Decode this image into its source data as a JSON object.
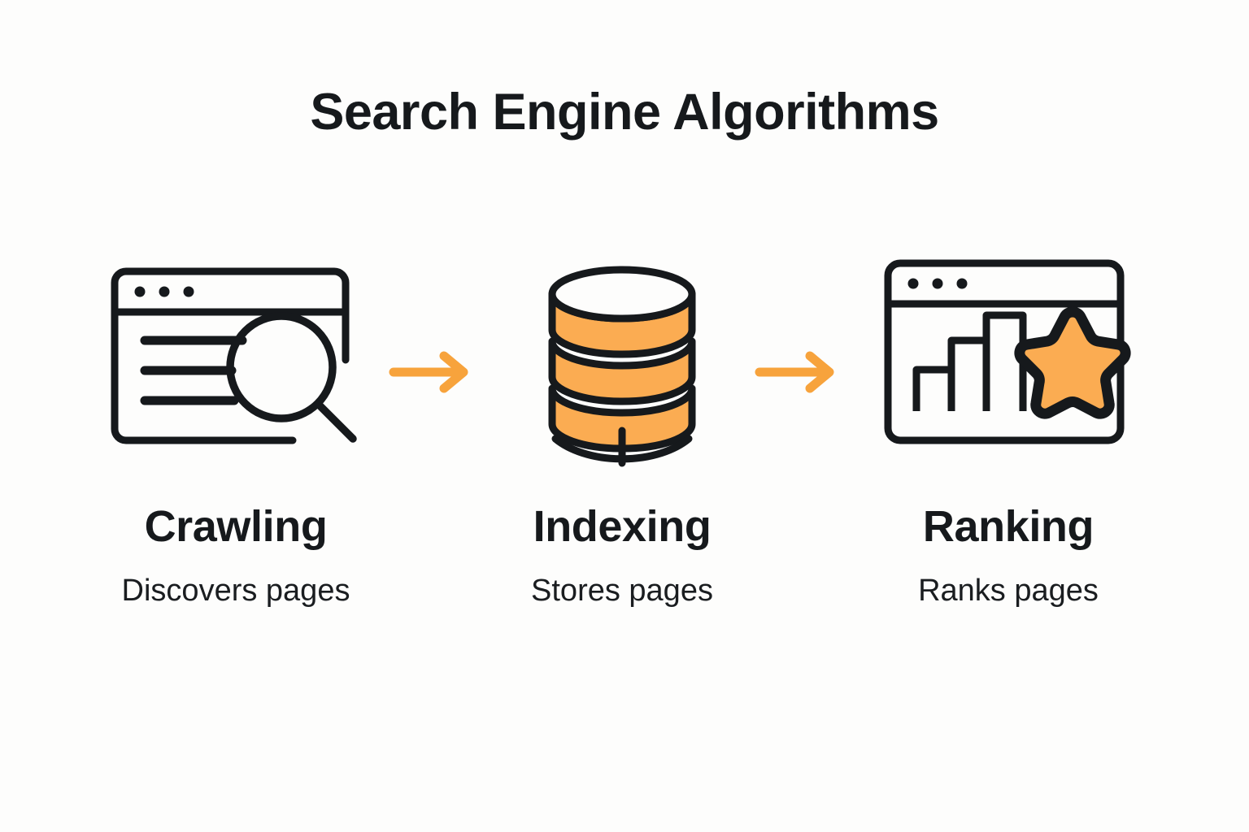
{
  "header": {
    "title": "Search Engine Algorithms"
  },
  "colors": {
    "background": "#FDFDFC",
    "ink": "#16191C",
    "accent_orange": "#F7A73F",
    "database_fill": "#FBAC52",
    "star_fill": "#FBAC52",
    "arrow": "#F7A33C"
  },
  "steps": [
    {
      "id": "crawling",
      "icon": "browser-window-search-icon",
      "title": "Crawling",
      "subtitle": "Discovers pages"
    },
    {
      "id": "indexing",
      "icon": "database-cylinder-icon",
      "title": "Indexing",
      "subtitle": "Stores pages"
    },
    {
      "id": "ranking",
      "icon": "browser-window-chart-star-icon",
      "title": "Ranking",
      "subtitle": "Ranks pages"
    }
  ],
  "connectors": [
    {
      "id": "arrow-1",
      "icon": "arrow-right-icon"
    },
    {
      "id": "arrow-2",
      "icon": "arrow-right-icon"
    }
  ]
}
